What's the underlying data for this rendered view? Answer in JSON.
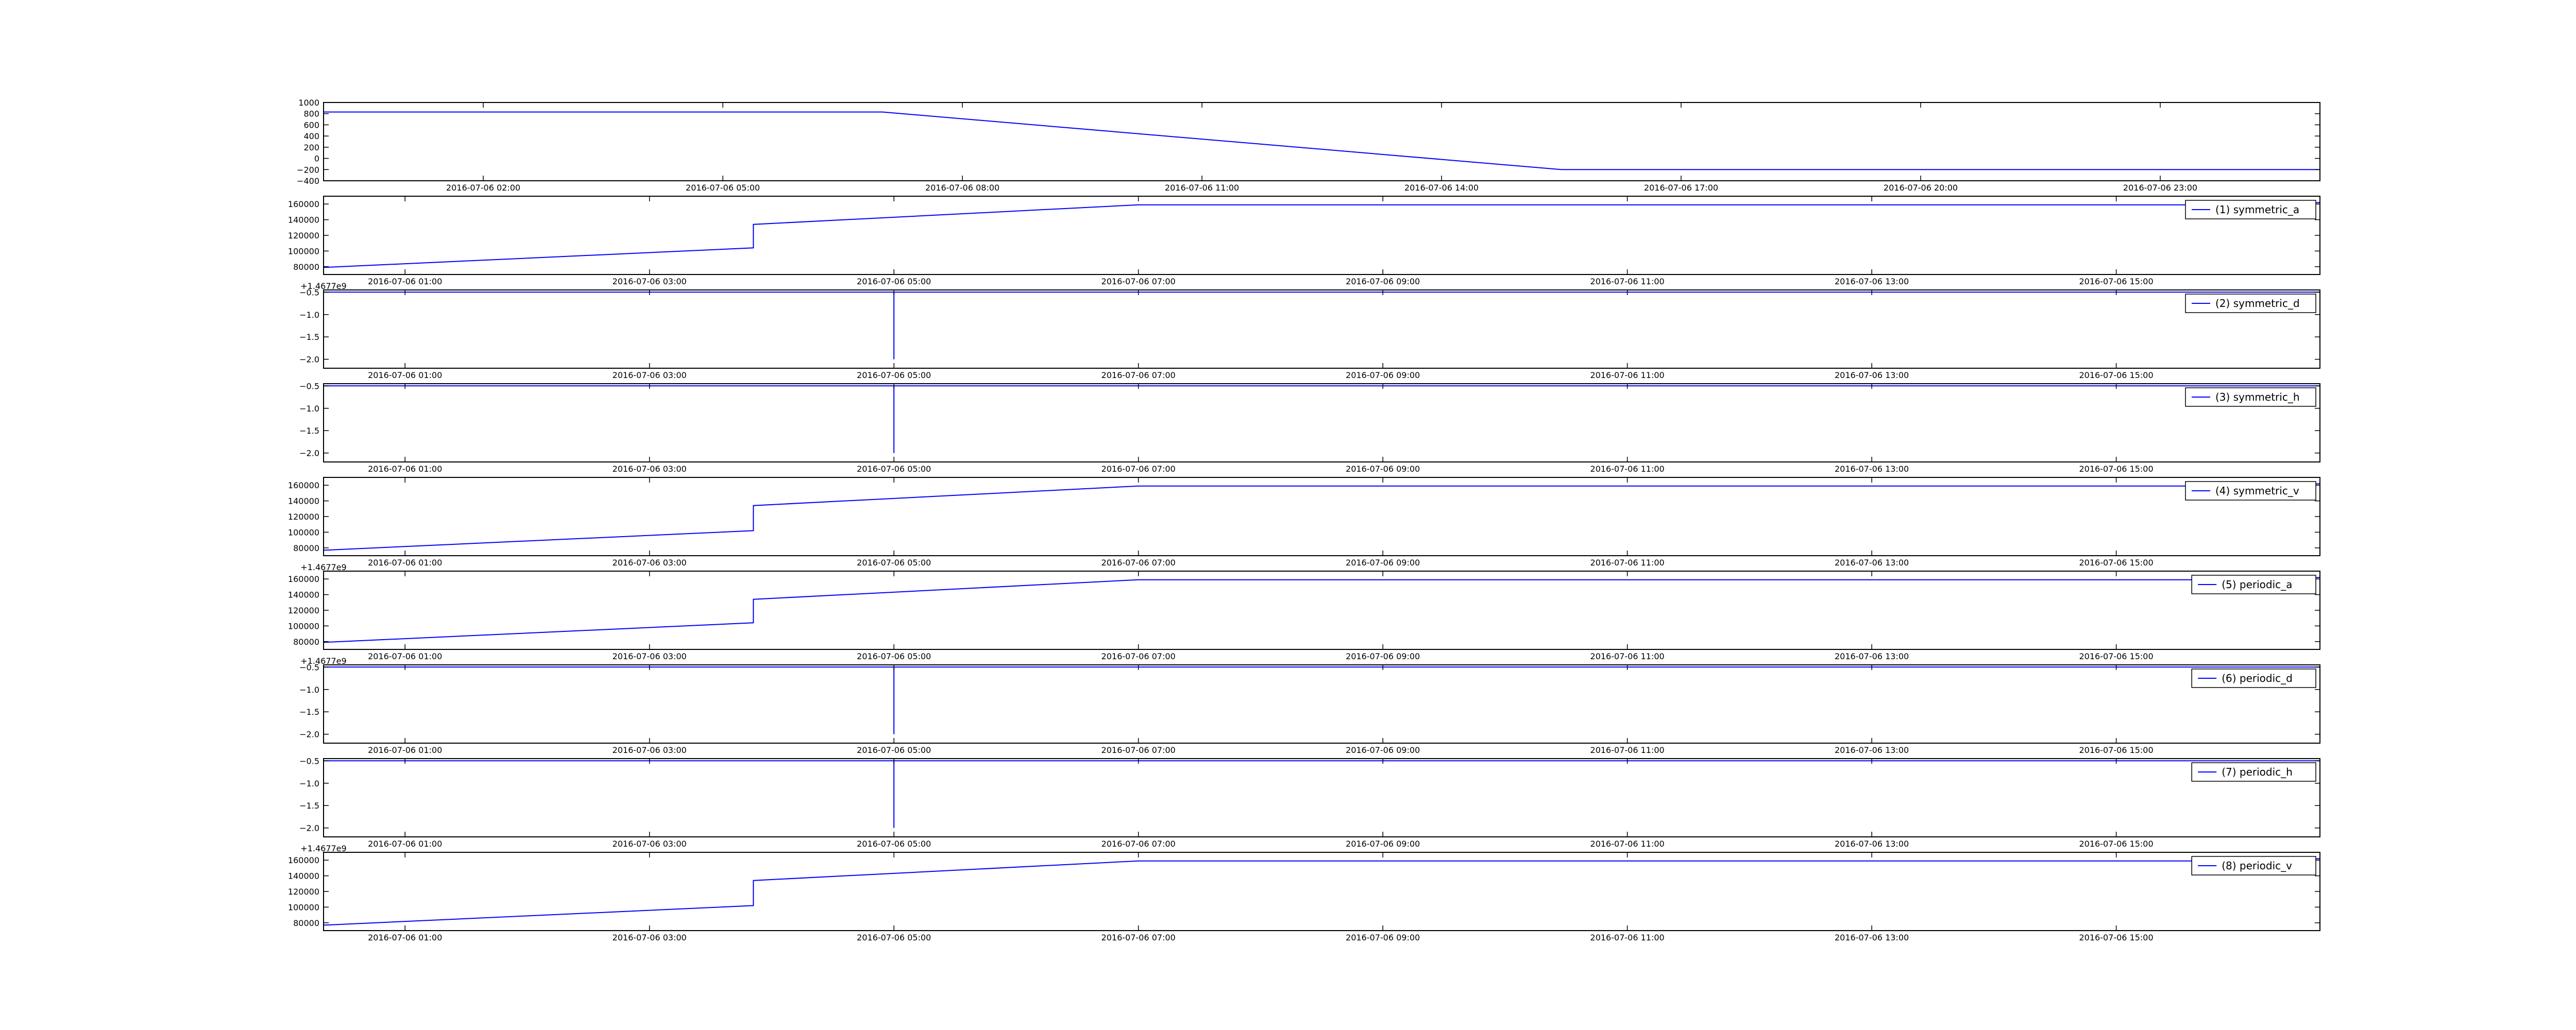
{
  "colors": {
    "line": "#0000ff",
    "axes": "#000000",
    "background": "#ffffff",
    "legend_frame": "#000000"
  },
  "chart_data": [
    {
      "type": "line",
      "legend": "",
      "xlim": [
        "2016-07-06 00:00",
        "2016-07-07 01:00"
      ],
      "ylim": [
        -400,
        1000
      ],
      "yticks": [
        1000,
        800,
        600,
        400,
        200,
        0,
        -200,
        -400
      ],
      "ytick_labels": [
        "1000",
        "800",
        "600",
        "400",
        "200",
        "0",
        "−200",
        "−400"
      ],
      "xticks": [
        "2016-07-06 02:00",
        "2016-07-06 05:00",
        "2016-07-06 08:00",
        "2016-07-06 11:00",
        "2016-07-06 14:00",
        "2016-07-06 17:00",
        "2016-07-06 20:00",
        "2016-07-06 23:00"
      ],
      "xtick_labels": [
        "2016-07-06 02:00",
        "2016-07-06 05:00",
        "2016-07-06 08:00",
        "2016-07-06 11:00",
        "2016-07-06 14:00",
        "2016-07-06 17:00",
        "2016-07-06 20:00",
        "2016-07-06 23:00"
      ],
      "series": [
        {
          "x": [
            "2016-07-06 00:00",
            "2016-07-06 07:00",
            "2016-07-06 15:30",
            "2016-07-07 01:00"
          ],
          "y": [
            830,
            830,
            -200,
            -200
          ]
        }
      ]
    },
    {
      "type": "line",
      "legend": "(1) symmetric_a",
      "offset_label": "+1.4677e9",
      "xlim": [
        "2016-07-06 00:20",
        "2016-07-06 16:40"
      ],
      "ylim": [
        70000,
        170000
      ],
      "yticks": [
        160000,
        140000,
        120000,
        100000,
        80000
      ],
      "ytick_labels": [
        "160000",
        "140000",
        "120000",
        "100000",
        "80000"
      ],
      "xticks": [
        "2016-07-06 01:00",
        "2016-07-06 03:00",
        "2016-07-06 05:00",
        "2016-07-06 07:00",
        "2016-07-06 09:00",
        "2016-07-06 11:00",
        "2016-07-06 13:00",
        "2016-07-06 15:00"
      ],
      "xtick_labels": [
        "2016-07-06 01:00",
        "2016-07-06 03:00",
        "2016-07-06 05:00",
        "2016-07-06 07:00",
        "2016-07-06 09:00",
        "2016-07-06 11:00",
        "2016-07-06 13:00",
        "2016-07-06 15:00"
      ],
      "series": [
        {
          "x": [
            "2016-07-06 00:20",
            "2016-07-06 03:51",
            "2016-07-06 03:51",
            "2016-07-06 07:00",
            "2016-07-06 16:15",
            "2016-07-06 16:40"
          ],
          "y": [
            79000,
            104000,
            134000,
            159000,
            159000,
            162000
          ]
        }
      ]
    },
    {
      "type": "line",
      "legend": "(2) symmetric_d",
      "xlim": [
        "2016-07-06 00:20",
        "2016-07-06 16:40"
      ],
      "ylim": [
        -2.2,
        -0.45
      ],
      "yticks": [
        -0.5,
        -1.0,
        -1.5,
        -2.0
      ],
      "ytick_labels": [
        "−0.5",
        "−1.0",
        "−1.5",
        "−2.0"
      ],
      "xticks": [
        "2016-07-06 01:00",
        "2016-07-06 03:00",
        "2016-07-06 05:00",
        "2016-07-06 07:00",
        "2016-07-06 09:00",
        "2016-07-06 11:00",
        "2016-07-06 13:00",
        "2016-07-06 15:00"
      ],
      "xtick_labels": [
        "2016-07-06 01:00",
        "2016-07-06 03:00",
        "2016-07-06 05:00",
        "2016-07-06 07:00",
        "2016-07-06 09:00",
        "2016-07-06 11:00",
        "2016-07-06 13:00",
        "2016-07-06 15:00"
      ],
      "series": [
        {
          "x": [
            "2016-07-06 00:20",
            "2016-07-06 05:00",
            "2016-07-06 05:00",
            "2016-07-06 05:00",
            "2016-07-06 16:40"
          ],
          "y": [
            -0.5,
            -0.5,
            -2.0,
            -0.5,
            -0.5
          ]
        }
      ]
    },
    {
      "type": "line",
      "legend": "(3) symmetric_h",
      "xlim": [
        "2016-07-06 00:20",
        "2016-07-06 16:40"
      ],
      "ylim": [
        -2.2,
        -0.45
      ],
      "yticks": [
        -0.5,
        -1.0,
        -1.5,
        -2.0
      ],
      "ytick_labels": [
        "−0.5",
        "−1.0",
        "−1.5",
        "−2.0"
      ],
      "xticks": [
        "2016-07-06 01:00",
        "2016-07-06 03:00",
        "2016-07-06 05:00",
        "2016-07-06 07:00",
        "2016-07-06 09:00",
        "2016-07-06 11:00",
        "2016-07-06 13:00",
        "2016-07-06 15:00"
      ],
      "xtick_labels": [
        "2016-07-06 01:00",
        "2016-07-06 03:00",
        "2016-07-06 05:00",
        "2016-07-06 07:00",
        "2016-07-06 09:00",
        "2016-07-06 11:00",
        "2016-07-06 13:00",
        "2016-07-06 15:00"
      ],
      "series": [
        {
          "x": [
            "2016-07-06 00:20",
            "2016-07-06 05:00",
            "2016-07-06 05:00",
            "2016-07-06 05:00",
            "2016-07-06 16:40"
          ],
          "y": [
            -0.5,
            -0.5,
            -2.0,
            -0.5,
            -0.5
          ]
        }
      ]
    },
    {
      "type": "line",
      "legend": "(4) symmetric_v",
      "offset_label": "+1.4677e9",
      "xlim": [
        "2016-07-06 00:20",
        "2016-07-06 16:40"
      ],
      "ylim": [
        70000,
        170000
      ],
      "yticks": [
        160000,
        140000,
        120000,
        100000,
        80000
      ],
      "ytick_labels": [
        "160000",
        "140000",
        "120000",
        "100000",
        "80000"
      ],
      "xticks": [
        "2016-07-06 01:00",
        "2016-07-06 03:00",
        "2016-07-06 05:00",
        "2016-07-06 07:00",
        "2016-07-06 09:00",
        "2016-07-06 11:00",
        "2016-07-06 13:00",
        "2016-07-06 15:00"
      ],
      "xtick_labels": [
        "2016-07-06 01:00",
        "2016-07-06 03:00",
        "2016-07-06 05:00",
        "2016-07-06 07:00",
        "2016-07-06 09:00",
        "2016-07-06 11:00",
        "2016-07-06 13:00",
        "2016-07-06 15:00"
      ],
      "series": [
        {
          "x": [
            "2016-07-06 00:20",
            "2016-07-06 03:51",
            "2016-07-06 03:51",
            "2016-07-06 07:00",
            "2016-07-06 16:15",
            "2016-07-06 16:40"
          ],
          "y": [
            77000,
            102000,
            134000,
            159000,
            159000,
            162000
          ]
        }
      ]
    },
    {
      "type": "line",
      "legend": "(5) periodic_a",
      "offset_label": "+1.4677e9",
      "xlim": [
        "2016-07-06 00:20",
        "2016-07-06 16:40"
      ],
      "ylim": [
        70000,
        170000
      ],
      "yticks": [
        160000,
        140000,
        120000,
        100000,
        80000
      ],
      "ytick_labels": [
        "160000",
        "140000",
        "120000",
        "100000",
        "80000"
      ],
      "xticks": [
        "2016-07-06 01:00",
        "2016-07-06 03:00",
        "2016-07-06 05:00",
        "2016-07-06 07:00",
        "2016-07-06 09:00",
        "2016-07-06 11:00",
        "2016-07-06 13:00",
        "2016-07-06 15:00"
      ],
      "xtick_labels": [
        "2016-07-06 01:00",
        "2016-07-06 03:00",
        "2016-07-06 05:00",
        "2016-07-06 07:00",
        "2016-07-06 09:00",
        "2016-07-06 11:00",
        "2016-07-06 13:00",
        "2016-07-06 15:00"
      ],
      "series": [
        {
          "x": [
            "2016-07-06 00:20",
            "2016-07-06 03:51",
            "2016-07-06 03:51",
            "2016-07-06 07:00",
            "2016-07-06 16:15",
            "2016-07-06 16:40"
          ],
          "y": [
            79000,
            104000,
            134000,
            159000,
            159000,
            162000
          ]
        }
      ]
    },
    {
      "type": "line",
      "legend": "(6) periodic_d",
      "xlim": [
        "2016-07-06 00:20",
        "2016-07-06 16:40"
      ],
      "ylim": [
        -2.2,
        -0.45
      ],
      "yticks": [
        -0.5,
        -1.0,
        -1.5,
        -2.0
      ],
      "ytick_labels": [
        "−0.5",
        "−1.0",
        "−1.5",
        "−2.0"
      ],
      "xticks": [
        "2016-07-06 01:00",
        "2016-07-06 03:00",
        "2016-07-06 05:00",
        "2016-07-06 07:00",
        "2016-07-06 09:00",
        "2016-07-06 11:00",
        "2016-07-06 13:00",
        "2016-07-06 15:00"
      ],
      "xtick_labels": [
        "2016-07-06 01:00",
        "2016-07-06 03:00",
        "2016-07-06 05:00",
        "2016-07-06 07:00",
        "2016-07-06 09:00",
        "2016-07-06 11:00",
        "2016-07-06 13:00",
        "2016-07-06 15:00"
      ],
      "series": [
        {
          "x": [
            "2016-07-06 00:20",
            "2016-07-06 05:00",
            "2016-07-06 05:00",
            "2016-07-06 05:00",
            "2016-07-06 16:40"
          ],
          "y": [
            -0.5,
            -0.5,
            -2.0,
            -0.5,
            -0.5
          ]
        }
      ]
    },
    {
      "type": "line",
      "legend": "(7) periodic_h",
      "offset_label": "+1.4677e9",
      "xlim": [
        "2016-07-06 00:20",
        "2016-07-06 16:40"
      ],
      "ylim": [
        -2.2,
        -0.45
      ],
      "yticks": [
        -0.5,
        -1.0,
        -1.5,
        -2.0
      ],
      "ytick_labels": [
        "−0.5",
        "−1.0",
        "−1.5",
        "−2.0"
      ],
      "xticks": [
        "2016-07-06 01:00",
        "2016-07-06 03:00",
        "2016-07-06 05:00",
        "2016-07-06 07:00",
        "2016-07-06 09:00",
        "2016-07-06 11:00",
        "2016-07-06 13:00",
        "2016-07-06 15:00"
      ],
      "xtick_labels": [
        "2016-07-06 01:00",
        "2016-07-06 03:00",
        "2016-07-06 05:00",
        "2016-07-06 07:00",
        "2016-07-06 09:00",
        "2016-07-06 11:00",
        "2016-07-06 13:00",
        "2016-07-06 15:00"
      ],
      "series": [
        {
          "x": [
            "2016-07-06 00:20",
            "2016-07-06 05:00",
            "2016-07-06 05:00",
            "2016-07-06 05:00",
            "2016-07-06 16:40"
          ],
          "y": [
            -0.5,
            -0.5,
            -2.0,
            -0.5,
            -0.5
          ]
        }
      ]
    },
    {
      "type": "line",
      "legend": "(8) periodic_v",
      "xlim": [
        "2016-07-06 00:20",
        "2016-07-06 16:40"
      ],
      "ylim": [
        70000,
        170000
      ],
      "yticks": [
        160000,
        140000,
        120000,
        100000,
        80000
      ],
      "ytick_labels": [
        "160000",
        "140000",
        "120000",
        "100000",
        "80000"
      ],
      "xticks": [
        "2016-07-06 01:00",
        "2016-07-06 03:00",
        "2016-07-06 05:00",
        "2016-07-06 07:00",
        "2016-07-06 09:00",
        "2016-07-06 11:00",
        "2016-07-06 13:00",
        "2016-07-06 15:00"
      ],
      "xtick_labels": [
        "2016-07-06 01:00",
        "2016-07-06 03:00",
        "2016-07-06 05:00",
        "2016-07-06 07:00",
        "2016-07-06 09:00",
        "2016-07-06 11:00",
        "2016-07-06 13:00",
        "2016-07-06 15:00"
      ],
      "series": [
        {
          "x": [
            "2016-07-06 00:20",
            "2016-07-06 03:51",
            "2016-07-06 03:51",
            "2016-07-06 07:00",
            "2016-07-06 16:15",
            "2016-07-06 16:40"
          ],
          "y": [
            77000,
            102000,
            134000,
            159000,
            159000,
            162000
          ]
        }
      ]
    }
  ]
}
